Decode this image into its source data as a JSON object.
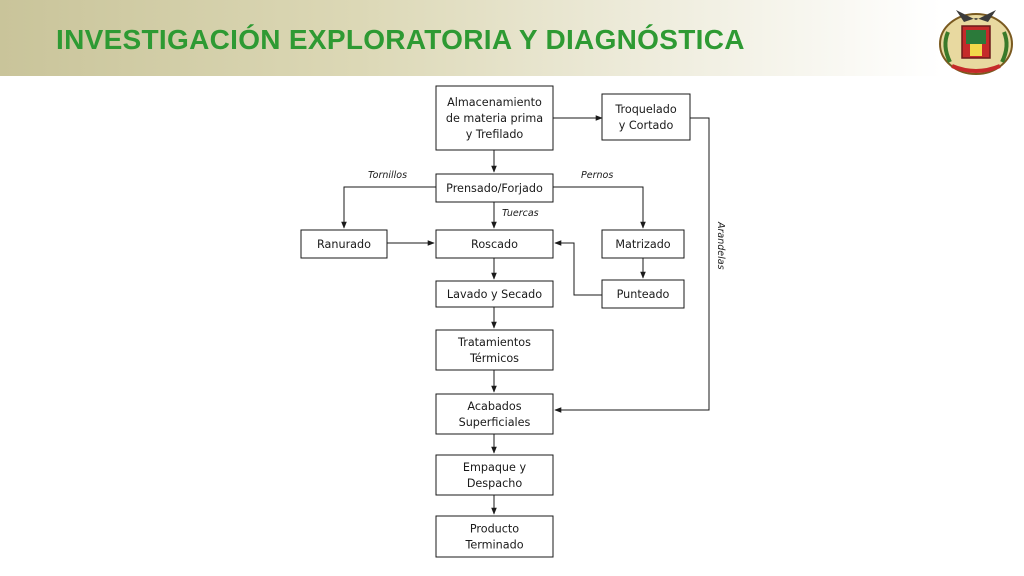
{
  "title": "INVESTIGACIÓN EXPLORATORIA Y DIAGNÓSTICA",
  "colors": {
    "title": "#2e9a33",
    "header_band": "#c9c49a"
  },
  "logo": {
    "name": "university-emblem"
  },
  "nodes": {
    "almacenamiento": {
      "lines": [
        "Almacenamiento",
        "de materia prima",
        "y Trefilado"
      ]
    },
    "troquelado": {
      "lines": [
        "Troquelado",
        "y Cortado"
      ]
    },
    "prensado": {
      "lines": [
        "Prensado/Forjado"
      ]
    },
    "ranurado": {
      "lines": [
        "Ranurado"
      ]
    },
    "roscado": {
      "lines": [
        "Roscado"
      ]
    },
    "matrizado": {
      "lines": [
        "Matrizado"
      ]
    },
    "lavado": {
      "lines": [
        "Lavado y Secado"
      ]
    },
    "punteado": {
      "lines": [
        "Punteado"
      ]
    },
    "tratamientos": {
      "lines": [
        "Tratamientos",
        "Térmicos"
      ]
    },
    "acabados": {
      "lines": [
        "Acabados",
        "Superficiales"
      ]
    },
    "empaque": {
      "lines": [
        "Empaque y",
        "Despacho"
      ]
    },
    "producto": {
      "lines": [
        "Producto",
        "Terminado"
      ]
    }
  },
  "edge_labels": {
    "tornillos": "Tornillos",
    "pernos": "Pernos",
    "tuercas": "Tuercas",
    "arandelas": "Arandelas"
  }
}
